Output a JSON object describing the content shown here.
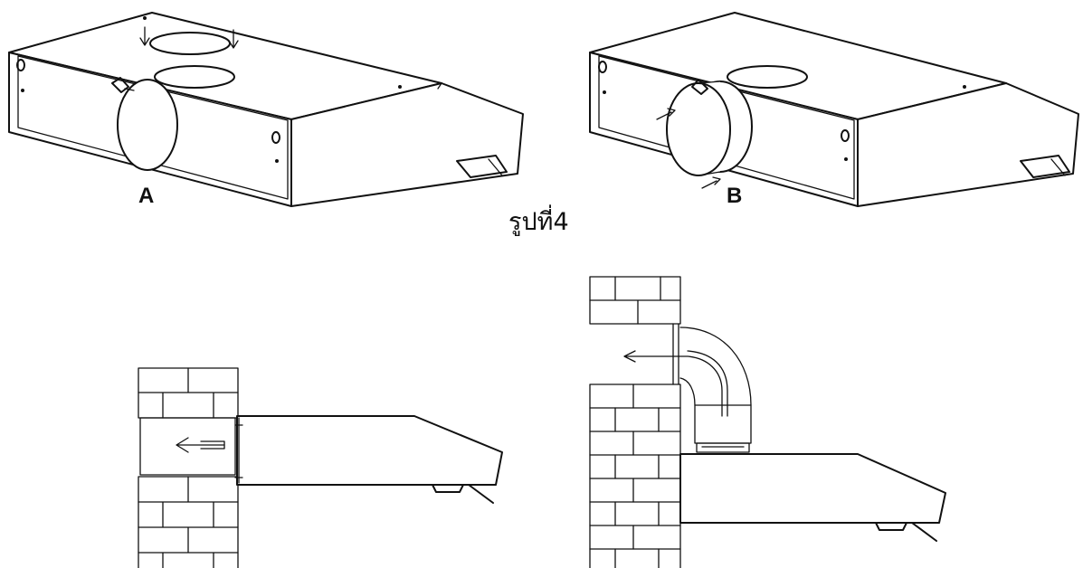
{
  "figure": {
    "caption": "รูปที่4",
    "labels": {
      "a": "A",
      "b": "B"
    }
  }
}
